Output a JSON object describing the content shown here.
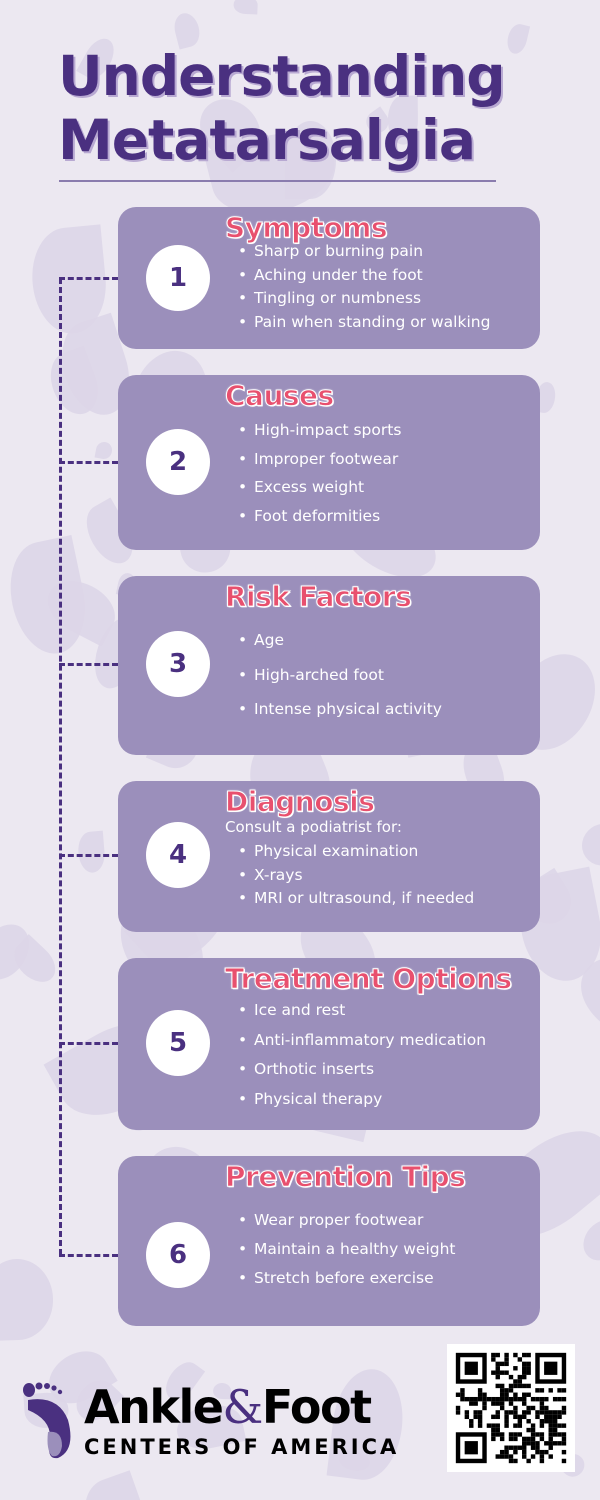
{
  "title": {
    "line1": "Understanding",
    "line2": "Metatarsalgia"
  },
  "colors": {
    "primary": "#4a3080",
    "card": "#9b8fbb",
    "heading": "#e8506e",
    "background": "#ece8f1"
  },
  "sections": [
    {
      "number": "1",
      "heading": "Symptoms",
      "items": [
        "Sharp or burning pain",
        "Aching under the foot",
        "Tingling or numbness",
        "Pain when standing or walking"
      ]
    },
    {
      "number": "2",
      "heading": "Causes",
      "items": [
        "High-impact sports",
        "Improper footwear",
        "Excess weight",
        "Foot deformities"
      ]
    },
    {
      "number": "3",
      "heading": "Risk Factors",
      "items": [
        "Age",
        "High-arched foot",
        "Intense physical activity"
      ]
    },
    {
      "number": "4",
      "heading": "Diagnosis",
      "intro": "Consult a podiatrist for:",
      "items": [
        "Physical examination",
        "X-rays",
        "MRI or ultrasound, if needed"
      ]
    },
    {
      "number": "5",
      "heading": "Treatment Options",
      "items": [
        "Ice and rest",
        "Anti-inflammatory medication",
        "Orthotic inserts",
        "Physical therapy"
      ]
    },
    {
      "number": "6",
      "heading": "Prevention Tips",
      "items": [
        "Wear proper footwear",
        "Maintain a healthy weight",
        "Stretch before exercise"
      ]
    }
  ],
  "logo": {
    "word1": "Ankle",
    "amp": "&",
    "word2": "Foot",
    "tagline": "CENTERS OF AMERICA"
  }
}
